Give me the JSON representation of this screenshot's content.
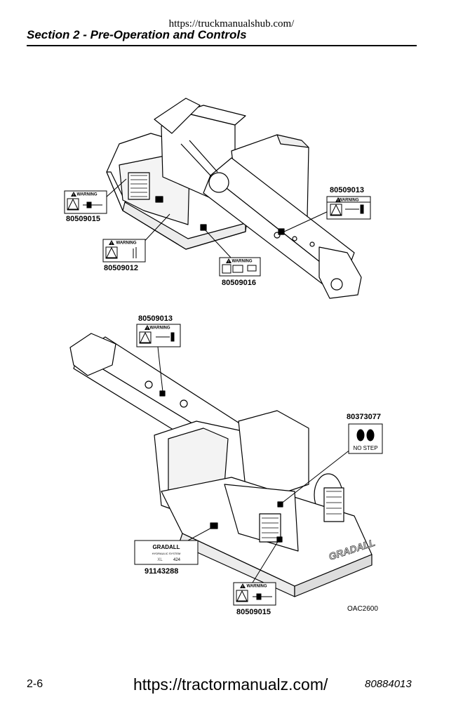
{
  "header": {
    "url": "https://truckmanualshub.com/",
    "section_title": "Section 2 - Pre-Operation and Controls"
  },
  "decal_text": {
    "warning": "WARNING",
    "no_step": "NO STEP",
    "gradall": "GRADALL",
    "hydraulic_system": "HYDRAULIC SYSTEM",
    "model_prefix": "XL",
    "model_number": "424"
  },
  "figure_top": {
    "labels": [
      "80509013",
      "80509015",
      "80509012",
      "80509016"
    ]
  },
  "figure_bottom": {
    "labels": [
      "80509013",
      "80373077",
      "91143288",
      "80509015"
    ],
    "figure_code": "OAC2600"
  },
  "footer": {
    "page_number": "2-6",
    "url": "https://tractormanualz.com/",
    "document_number": "80884013"
  }
}
